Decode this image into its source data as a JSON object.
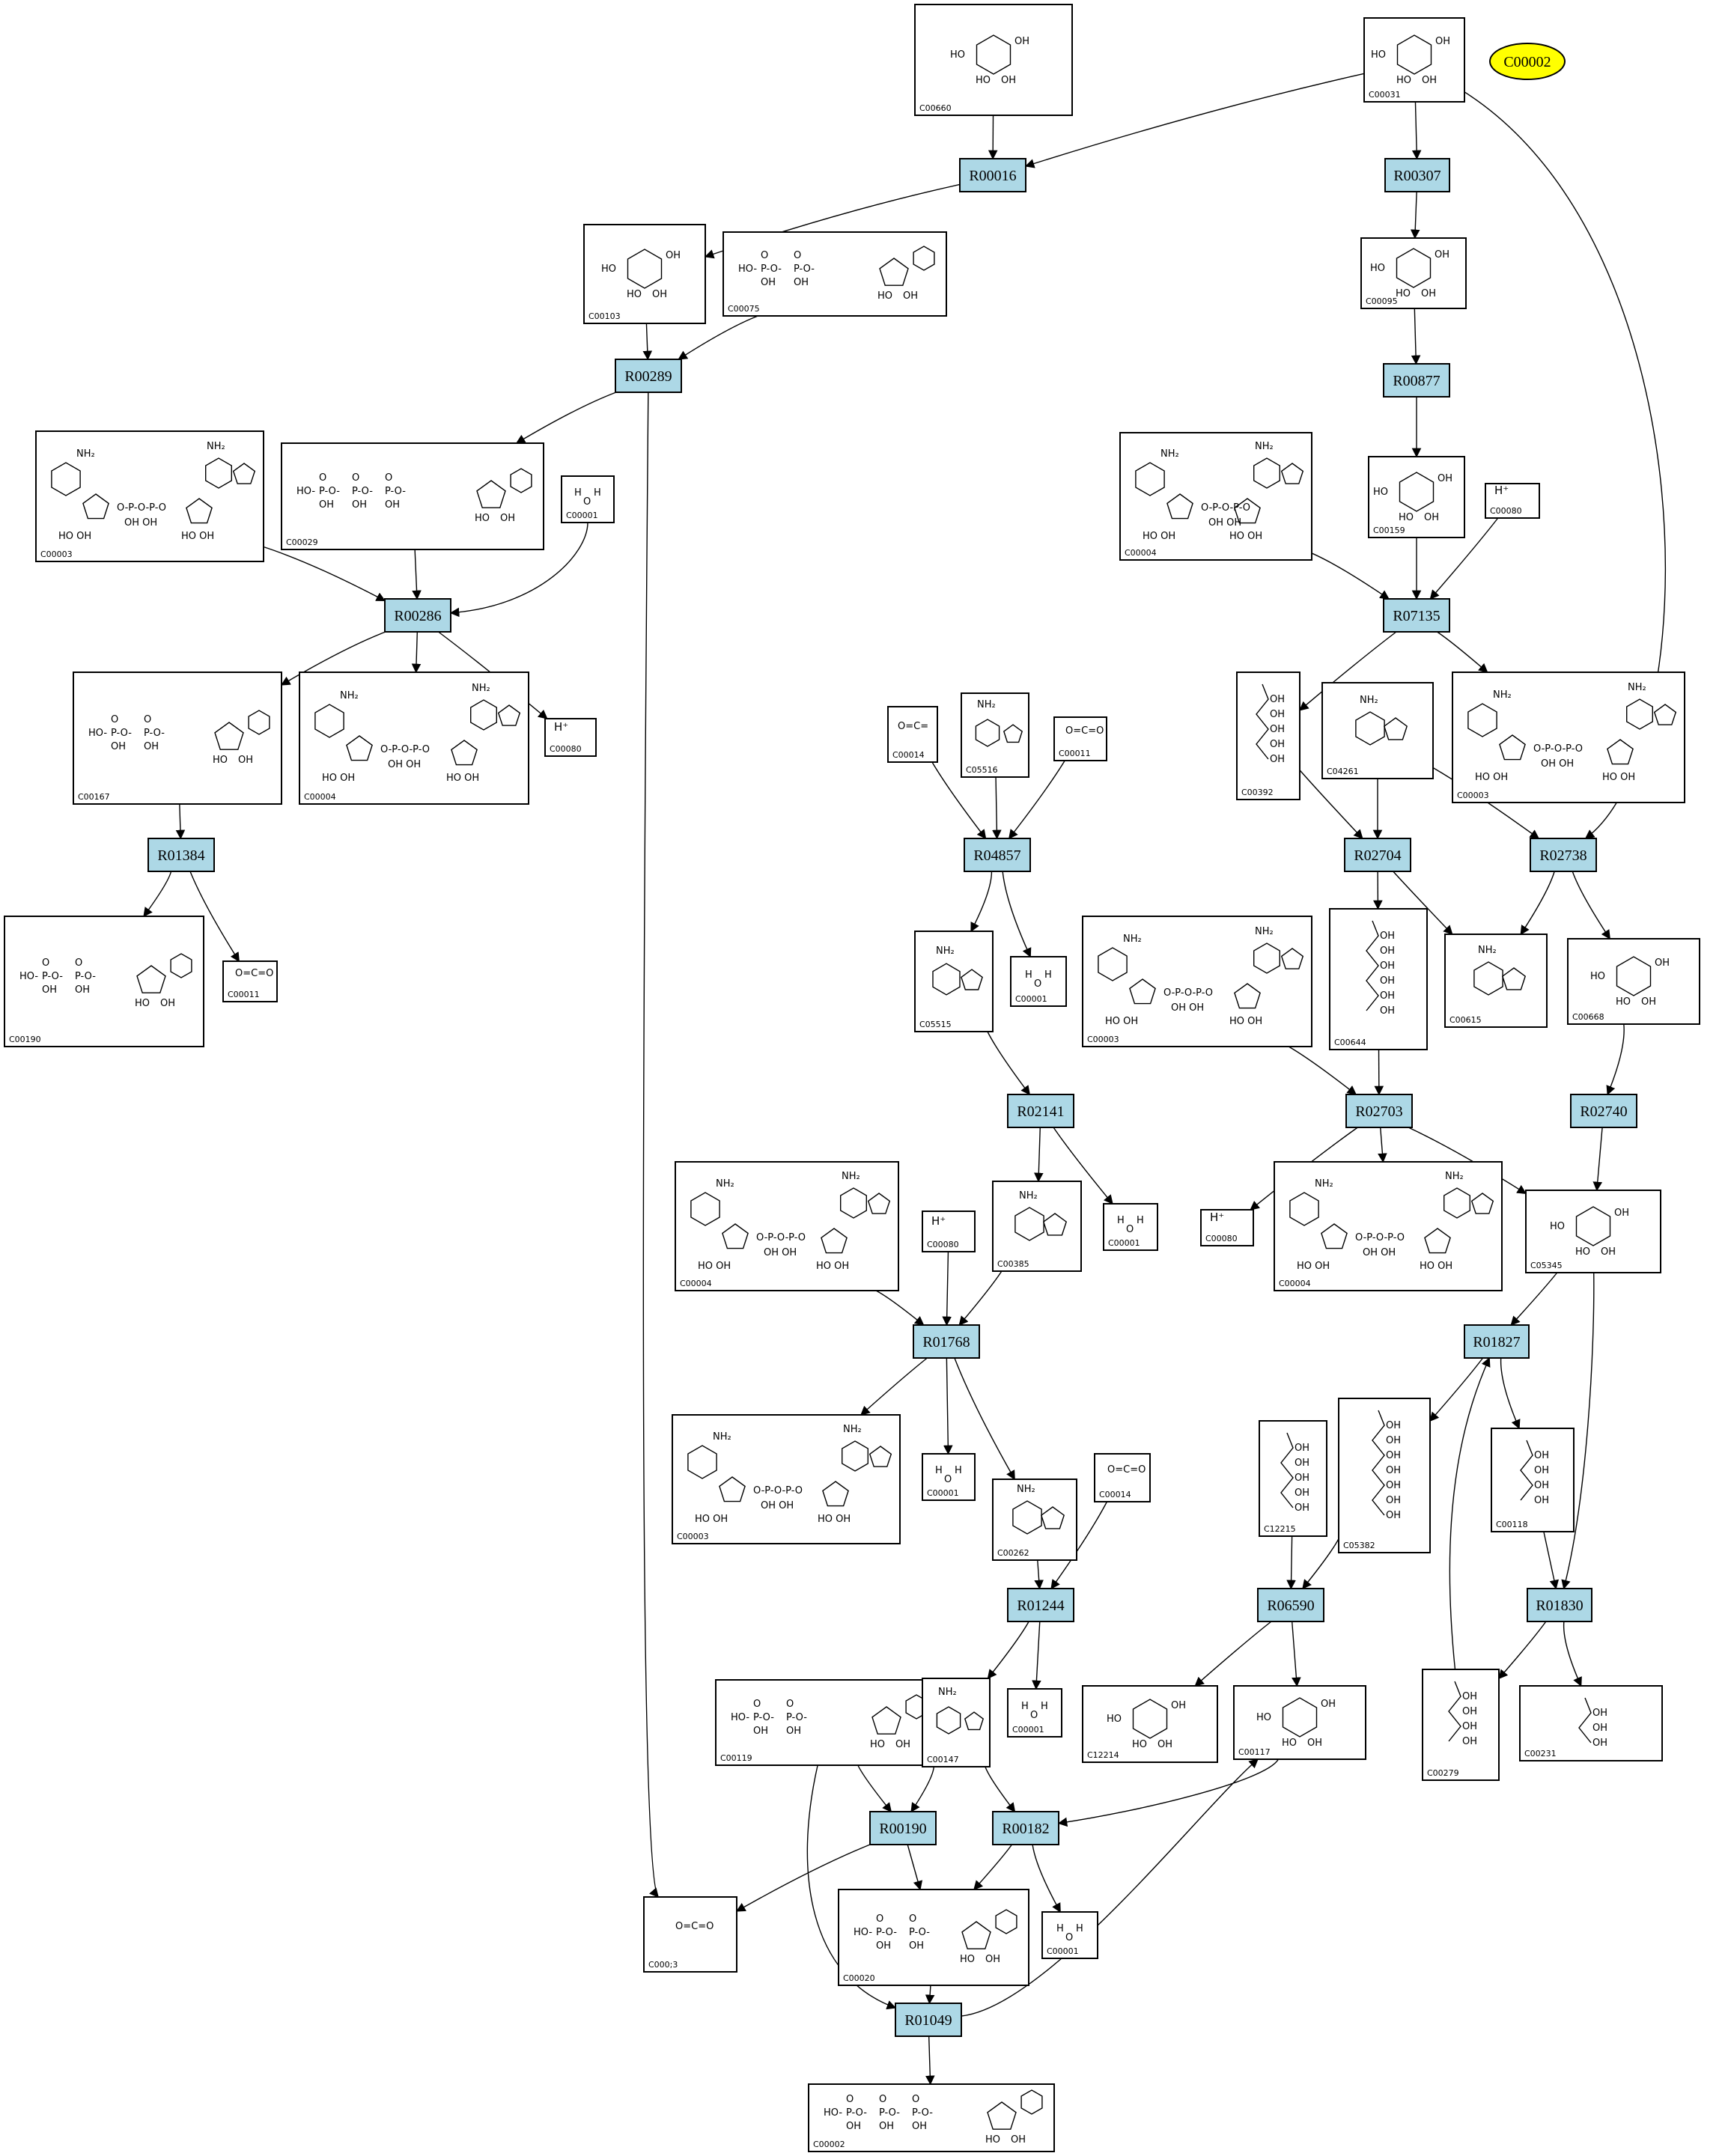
{
  "colors": {
    "reaction_fill": "#add8e6",
    "highlight_fill": "#ffff00",
    "node_stroke": "#000000",
    "background": "#ffffff"
  },
  "highlight": {
    "label": "C00002"
  },
  "reactions": {
    "R00016": "R00016",
    "R00307": "R00307",
    "R00289": "R00289",
    "R00877": "R00877",
    "R00286": "R00286",
    "R07135": "R07135",
    "R01384": "R01384",
    "R04857": "R04857",
    "R02704": "R02704",
    "R02738": "R02738",
    "R02141": "R02141",
    "R02703": "R02703",
    "R02740": "R02740",
    "R01768": "R01768",
    "R01827": "R01827",
    "R01244": "R01244",
    "R06590": "R06590",
    "R01830": "R01830",
    "R00190": "R00190",
    "R00182": "R00182",
    "R01049": "R01049"
  },
  "compounds": {
    "c00660": {
      "id": "C00660"
    },
    "c00031": {
      "id": "C00031"
    },
    "c00103": {
      "id": "C00103"
    },
    "c00075": {
      "id": "C00075"
    },
    "c00095": {
      "id": "C00095"
    },
    "c00003a": {
      "id": "C00003"
    },
    "c00029": {
      "id": "C00029"
    },
    "c00001a": {
      "id": "C00001"
    },
    "c00004a": {
      "id": "C00004"
    },
    "c00159": {
      "id": "C00159"
    },
    "c00080a": {
      "id": "C00080",
      "ion": "H⁺"
    },
    "c00167": {
      "id": "C00167"
    },
    "c00004b": {
      "id": "C00004"
    },
    "c00080b": {
      "id": "C00080",
      "ion": "H⁺"
    },
    "c00014a": {
      "id": "C00014"
    },
    "c05516": {
      "id": "C05516"
    },
    "c00011a": {
      "id": "C00011"
    },
    "c00392": {
      "id": "C00392"
    },
    "c04261": {
      "id": "C04261"
    },
    "c00003b": {
      "id": "C00003"
    },
    "c00190": {
      "id": "C00190"
    },
    "c00011b": {
      "id": "C00011"
    },
    "c05515": {
      "id": "C05515"
    },
    "c00001b": {
      "id": "C00001"
    },
    "c00003c": {
      "id": "C00003"
    },
    "c00644": {
      "id": "C00644"
    },
    "c00615": {
      "id": "C00615"
    },
    "c00668": {
      "id": "C00668"
    },
    "c00004c": {
      "id": "C00004"
    },
    "c00080c": {
      "id": "C00080",
      "ion": "H⁺"
    },
    "c00385": {
      "id": "C00385"
    },
    "c00001c": {
      "id": "C00001"
    },
    "c00080d": {
      "id": "C00080",
      "ion": "H⁺"
    },
    "c00004d": {
      "id": "C00004"
    },
    "c05345": {
      "id": "C05345"
    },
    "c00003d": {
      "id": "C00003"
    },
    "c00001d": {
      "id": "C00001"
    },
    "c00262": {
      "id": "C00262"
    },
    "c00014b": {
      "id": "C00014"
    },
    "c12215": {
      "id": "C12215"
    },
    "c05382": {
      "id": "C05382"
    },
    "c00118": {
      "id": "C00118"
    },
    "c00119": {
      "id": "C00119"
    },
    "c00147": {
      "id": "C00147"
    },
    "c00001e": {
      "id": "C00001"
    },
    "c12214": {
      "id": "C12214"
    },
    "c00117": {
      "id": "C00117"
    },
    "c00279": {
      "id": "C00279"
    },
    "c00231": {
      "id": "C00231"
    },
    "c00013": {
      "id": "C000;3"
    },
    "c00020": {
      "id": "C00020"
    },
    "c00001f": {
      "id": "C00001"
    },
    "c00002": {
      "id": "C00002"
    }
  }
}
